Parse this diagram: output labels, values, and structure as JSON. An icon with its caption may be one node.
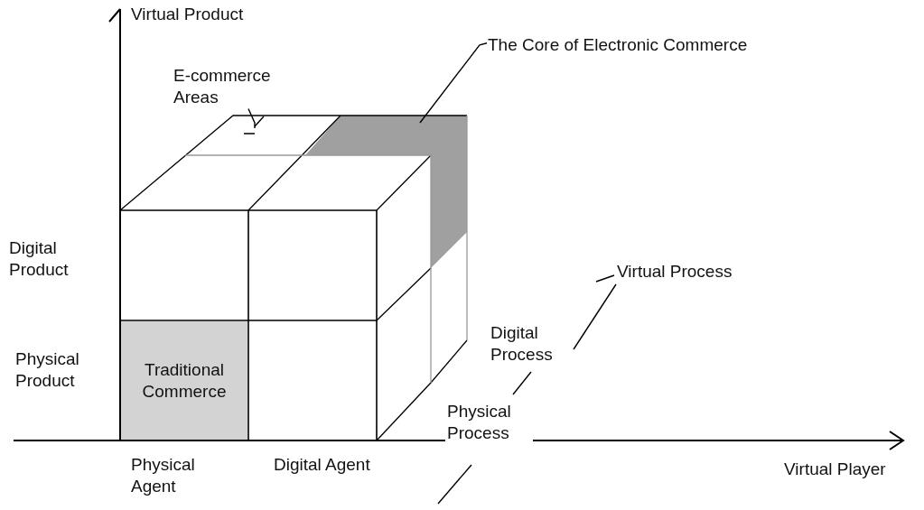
{
  "diagram": {
    "nodes": [
      {
        "text": [
          "E-commerce Areas"
        ]
      },
      {
        "text": [
          "The Core of Electronic Commerce"
        ]
      },
      {
        "text": [
          "Traditional Commerce"
        ]
      }
    ],
    "edges": [
      {
        "from": 0,
        "to": null,
        "arrow": "none"
      },
      {
        "from": 1,
        "to": null,
        "arrow": "none"
      }
    ],
    "labels": [
      "Virtual Product",
      "Digital Product",
      "Physical Product",
      "Virtual Process",
      "Digital Process",
      "Physical Process",
      "Physical Agent",
      "Digital Agent",
      "Virtual Player"
    ]
  }
}
